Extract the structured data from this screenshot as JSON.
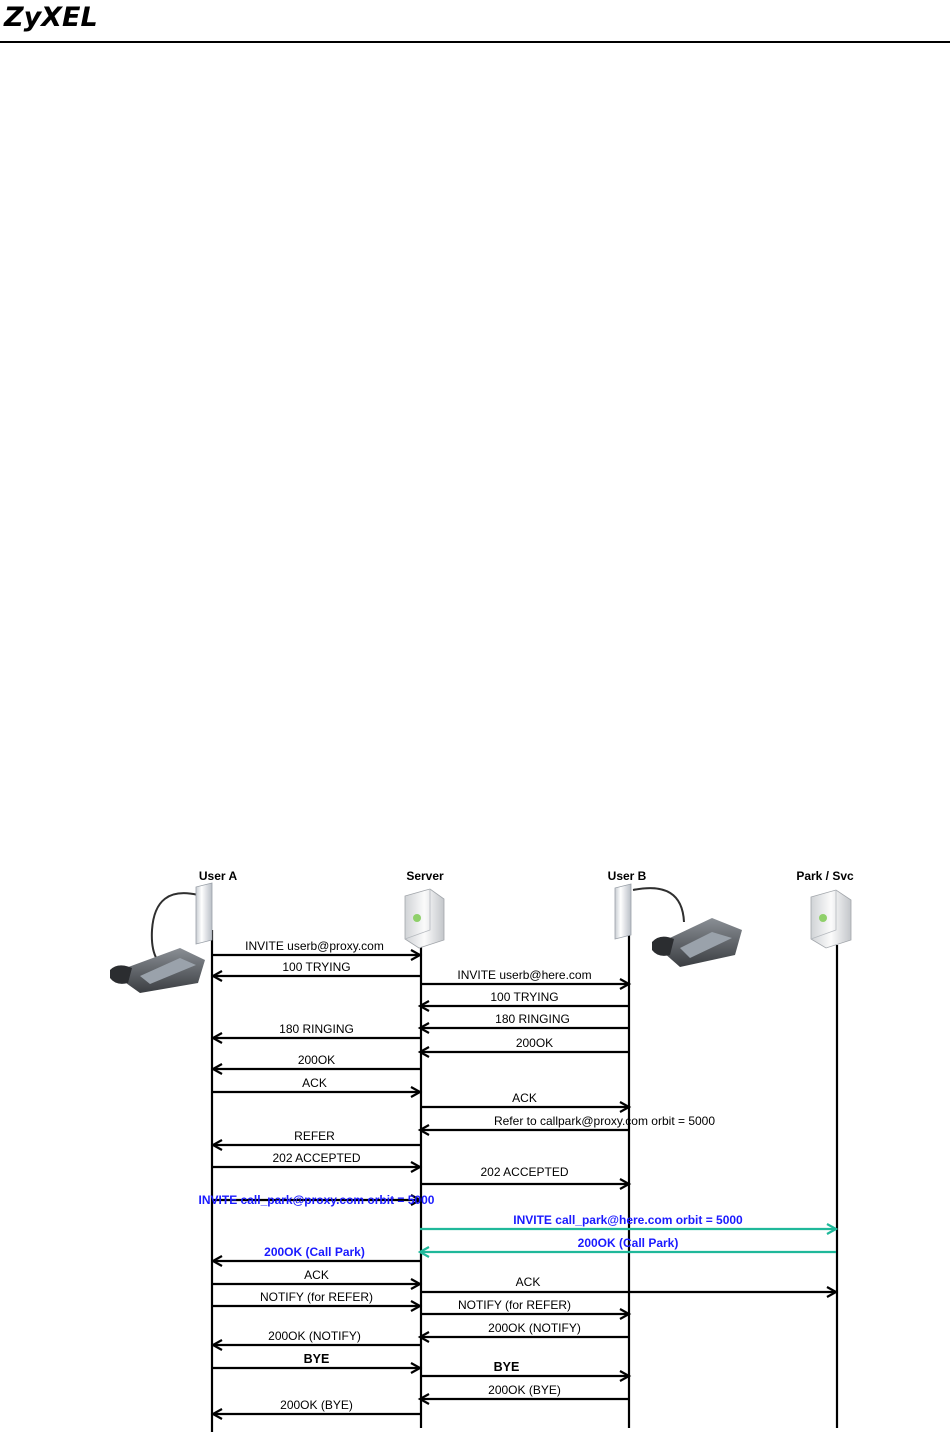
{
  "header": {
    "logo_text": "ZyXEL"
  },
  "diagram": {
    "participants": [
      {
        "id": "userA",
        "label": "User A",
        "icon": "ip-phone-icon"
      },
      {
        "id": "server",
        "label": "Server",
        "icon": "server-icon"
      },
      {
        "id": "userB",
        "label": "User B",
        "icon": "ip-phone-icon"
      },
      {
        "id": "park",
        "label": "Park / Svc",
        "icon": "server-icon"
      }
    ],
    "colors": {
      "default": "#000000",
      "highlight": "#1a1aff",
      "park_arrow": "#1fb89a"
    },
    "messages": [
      {
        "from": "userA",
        "to": "server",
        "label": "INVITE userb@proxy.com"
      },
      {
        "from": "server",
        "to": "userA",
        "label": "100 TRYING"
      },
      {
        "from": "server",
        "to": "userB",
        "label": "INVITE userb@here.com"
      },
      {
        "from": "userB",
        "to": "server",
        "label": "100 TRYING"
      },
      {
        "from": "userB",
        "to": "server",
        "label": "180 RINGING"
      },
      {
        "from": "server",
        "to": "userA",
        "label": "180 RINGING"
      },
      {
        "from": "userB",
        "to": "server",
        "label": "200OK"
      },
      {
        "from": "server",
        "to": "userA",
        "label": "200OK"
      },
      {
        "from": "userA",
        "to": "server",
        "label": "ACK"
      },
      {
        "from": "server",
        "to": "userB",
        "label": "ACK"
      },
      {
        "from": "userB",
        "to": "server",
        "label": "Refer to callpark@proxy.com orbit = 5000"
      },
      {
        "from": "server",
        "to": "userA",
        "label": "REFER"
      },
      {
        "from": "userA",
        "to": "server",
        "label": "202 ACCEPTED"
      },
      {
        "from": "server",
        "to": "userB",
        "label": "202 ACCEPTED"
      },
      {
        "from": "userA",
        "to": "server",
        "label": "INVITE call_park@proxy.com orbit = 5000",
        "style": "highlight"
      },
      {
        "from": "server",
        "to": "park",
        "label": "INVITE call_park@here.com orbit = 5000",
        "style": "highlight"
      },
      {
        "from": "park",
        "to": "server",
        "label": "200OK (Call Park)",
        "style": "highlight"
      },
      {
        "from": "server",
        "to": "userA",
        "label": "200OK (Call Park)",
        "style": "highlight"
      },
      {
        "from": "userA",
        "to": "server",
        "label": "ACK"
      },
      {
        "from": "server",
        "to": "park",
        "label": "ACK"
      },
      {
        "from": "userA",
        "to": "server",
        "label": "NOTIFY (for REFER)"
      },
      {
        "from": "server",
        "to": "userB",
        "label": "NOTIFY (for REFER)"
      },
      {
        "from": "userB",
        "to": "server",
        "label": "200OK (NOTIFY)"
      },
      {
        "from": "server",
        "to": "userA",
        "label": "200OK (NOTIFY)"
      },
      {
        "from": "userA",
        "to": "server",
        "label": "BYE",
        "style": "bold"
      },
      {
        "from": "server",
        "to": "userB",
        "label": "BYE",
        "style": "bold"
      },
      {
        "from": "userB",
        "to": "server",
        "label": "200OK (BYE)"
      },
      {
        "from": "server",
        "to": "userA",
        "label": "200OK (BYE)"
      }
    ]
  }
}
